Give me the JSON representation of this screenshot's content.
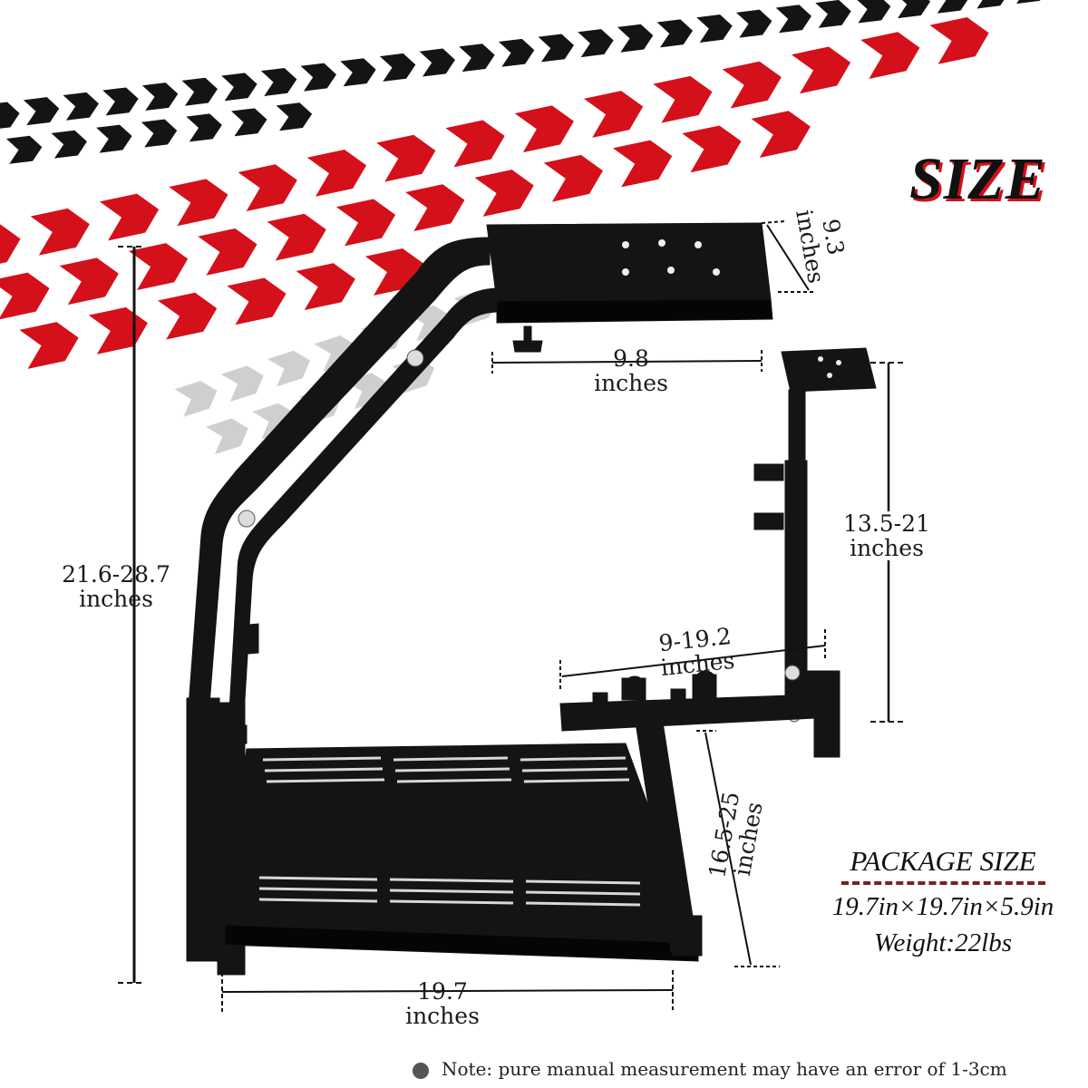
{
  "title": "SIZE",
  "colors": {
    "accent_red": "#d4101a",
    "frame_black": "#141414",
    "tread_gray": "#c9c9c9"
  },
  "dimensions": {
    "plate_depth": [
      "9.3",
      "inches"
    ],
    "plate_width": [
      "9.8",
      "inches"
    ],
    "total_height": [
      "21.6-28.7",
      "inches"
    ],
    "pedal_height": [
      "13.5-21",
      "inches"
    ],
    "pedal_width": [
      "9-19.2",
      "inches"
    ],
    "base_length": [
      "16.5-25",
      "inches"
    ],
    "base_width": [
      "19.7",
      "inches"
    ]
  },
  "package": {
    "title": "PACKAGE SIZE",
    "dims": "19.7in×19.7in×5.9in",
    "weight": "Weight:22lbs"
  },
  "note": "Note: pure manual measurement may have an error of 1-3cm"
}
